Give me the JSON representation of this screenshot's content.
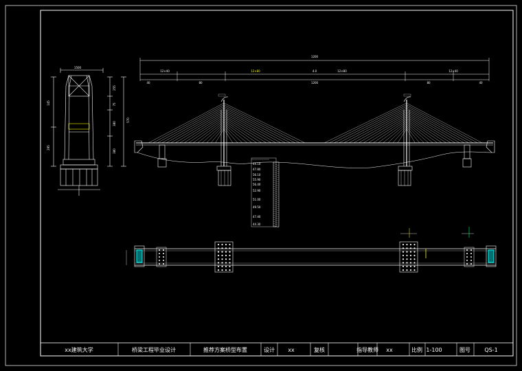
{
  "title_block": {
    "university": "xx建筑大学",
    "project": "桥梁工程毕业设计",
    "drawing_title": "推荐方案桥型布置",
    "design_label": "设计",
    "design_value": "xx",
    "review_label": "复核",
    "instructor_label": "指导教师",
    "instructor_value": "xx",
    "scale_label": "比例",
    "scale_value": "1-100",
    "drawing_no_label": "图号",
    "drawing_no_value": "QS-1"
  },
  "elevation_dims": {
    "total": "1200",
    "spans": [
      "12×40",
      "12×80",
      "4.0",
      "12×80",
      "12×40"
    ],
    "segments": [
      "40",
      "80",
      "1200",
      "80",
      "40"
    ]
  },
  "tower_dims": {
    "top": "1500",
    "left_upper": "145",
    "left_lower": "295",
    "right": [
      "255",
      "75",
      "380",
      "380"
    ],
    "right_total": "570"
  },
  "geology_levels": [
    "49.10",
    "47.80",
    "56.10",
    "55.90",
    "56.40",
    "52.90",
    "51.00",
    "49.50",
    "47.40",
    "44.30"
  ],
  "colors": {
    "background": "#000000",
    "line": "#ffffff",
    "accent": "#ffff00",
    "cyan": "#00ffff",
    "green": "#00ff66",
    "red": "#ff3030"
  }
}
